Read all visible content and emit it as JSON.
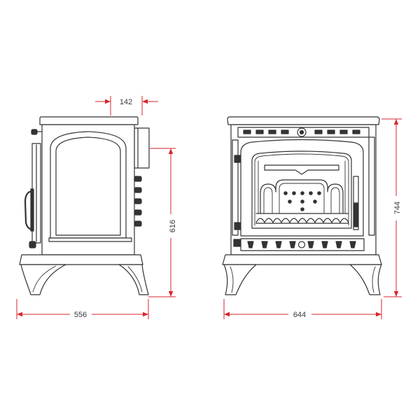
{
  "side_view": {
    "flue_offset": "142",
    "flue_height": "616",
    "width": "556"
  },
  "front_view": {
    "height": "744",
    "width": "644"
  },
  "colors": {
    "dimension": "#d8262d",
    "outline": "#333333",
    "label": "#3a3a3a",
    "background": "#ffffff"
  }
}
